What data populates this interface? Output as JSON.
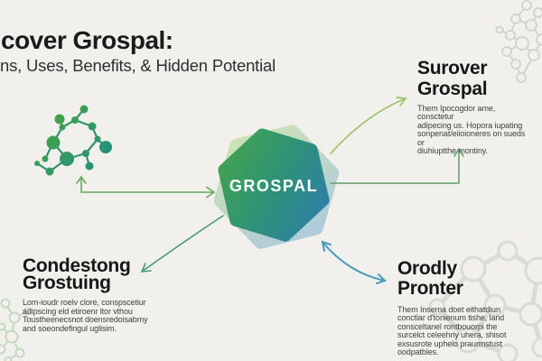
{
  "header": {
    "title": "cover Grospal:",
    "subtitle": "ns, Uses, Benefits, & Hidden Potential"
  },
  "center": {
    "label": "GROSPAL"
  },
  "sections": {
    "top_right": {
      "heading_lines": [
        "Surover",
        "Grospal"
      ],
      "body_lines": [
        "Them Ipocogdor ame, consctetur",
        "adipecing us. Hopora iupating",
        "sonpenat/eiioioneres on sueds or",
        "diuhiuptthe montiny."
      ]
    },
    "bottom_left": {
      "heading_lines": [
        "Condestong",
        "Grostuing"
      ],
      "body_lines": [
        "Lom-ioudr roelv clore, conspscetiur",
        "adipscing eld etiroenr ltor vthou",
        "Toustheenecsnot doensredoisabmy",
        "and soeondefingul uglisim."
      ]
    },
    "bottom_right": {
      "heading": "Orodly Pronter",
      "body_lines": [
        "Them Insema doet eithatdiun",
        "conctlar d'tonienum tishe, land",
        "consceltanel rontbouorpi the",
        "surcelct celeehriy uhera, shisot",
        "exsusrote uphelo praurmstust",
        "oodpatbles."
      ]
    }
  },
  "icons": {
    "center_left": "molecule-icon",
    "decor_top_right": "molecule-structure-icon",
    "decor_bottom_right": "molecule-structure-icon",
    "decor_bottom_left": "molecule-structure-icon"
  },
  "colors": {
    "background": "#f1f0ed",
    "title_text": "#1b1b1b",
    "heading_text": "#171717",
    "body_text": "#3f3f3f",
    "hex_label": "#ffffff",
    "hex_green": "#45a44c",
    "hex_teal": "#2e9377",
    "hex_blue": "#2e7cab",
    "hex_back_green": "#cfe3ae",
    "hex_back_blue": "#a5c6dd",
    "molecule_green": "#4aa43f",
    "molecule_teal": "#1f8f86",
    "molecule_bond": "#2f9468",
    "arrow_light_green": "#9cc46a",
    "arrow_green": "#68a75f",
    "arrow_dark_green": "#5f9e66",
    "arrow_teal": "#4d9a7a",
    "arrow_blue": "#4a9ab8",
    "decor_stroke": "#c6d1c4",
    "decor_stroke_green": "#bdd6b8"
  }
}
